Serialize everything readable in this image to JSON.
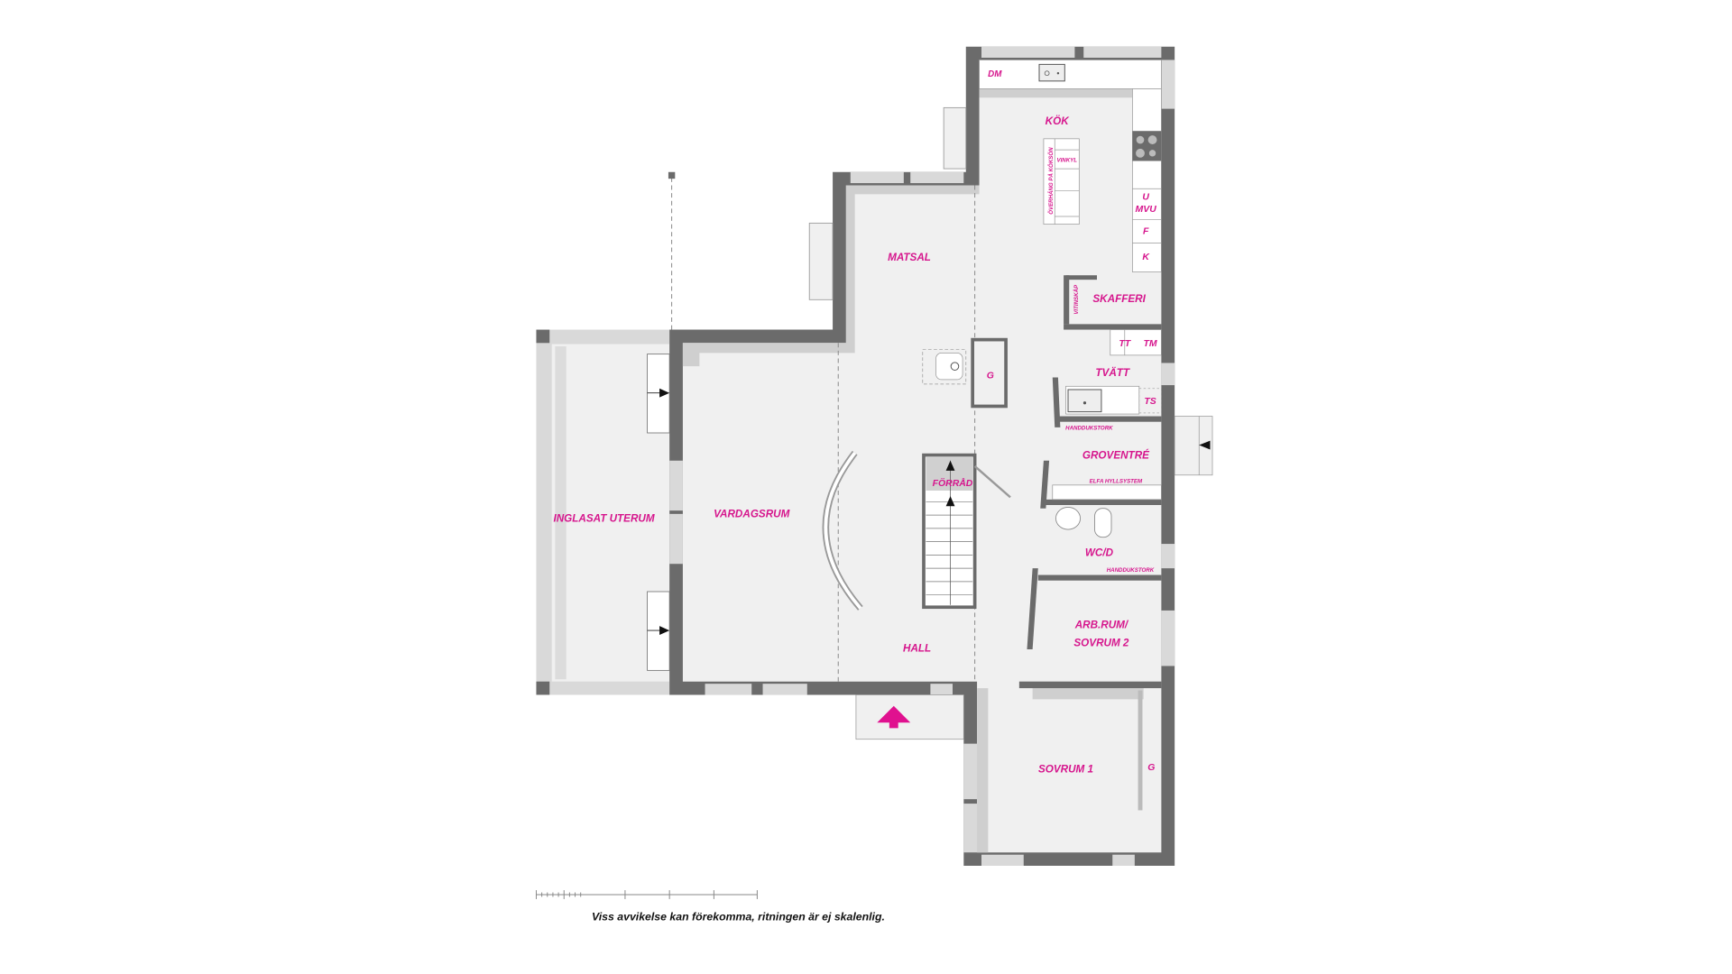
{
  "colors": {
    "label": "#d6168d",
    "wall": "#6b6b6b",
    "window": "#d9d9d9",
    "floor": "#f0f0f0",
    "shadow": "#c9c9c9",
    "entrance_arrow": "#e0118f"
  },
  "rooms": {
    "kok": "KÖK",
    "matsal": "MATSAL",
    "vardagsrum": "VARDAGSRUM",
    "uterum": "INGLASAT UTERUM",
    "hall": "HALL",
    "forrad": "FÖRRÅD",
    "skafferi": "SKAFFERI",
    "tvatt": "TVÄTT",
    "groventre": "GROVENTRÉ",
    "wc": "WC/D",
    "arbrum_1": "ARB.RUM/",
    "arbrum_2": "SOVRUM 2",
    "sovrum1": "SOVRUM 1"
  },
  "fixtures": {
    "dm": "DM",
    "vinkyl": "VINKYL",
    "overhang": "ÖVERHÄNG PÅ KÖKSÖN",
    "u": "U",
    "mvu": "MVU",
    "f": "F",
    "k": "K",
    "vitinskap": "VITINSKÅP",
    "tt": "TT",
    "tm": "TM",
    "ts": "TS",
    "handdukstork_1": "HANDDUKSTORK",
    "elfa": "ELFA HYLLSYSTEM",
    "handdukstork_2": "HANDDUKSTORK",
    "g_hall": "G",
    "g_sovrum": "G"
  },
  "disclaimer": "Viss avvikelse kan förekomma, ritningen är ej skalenlig."
}
